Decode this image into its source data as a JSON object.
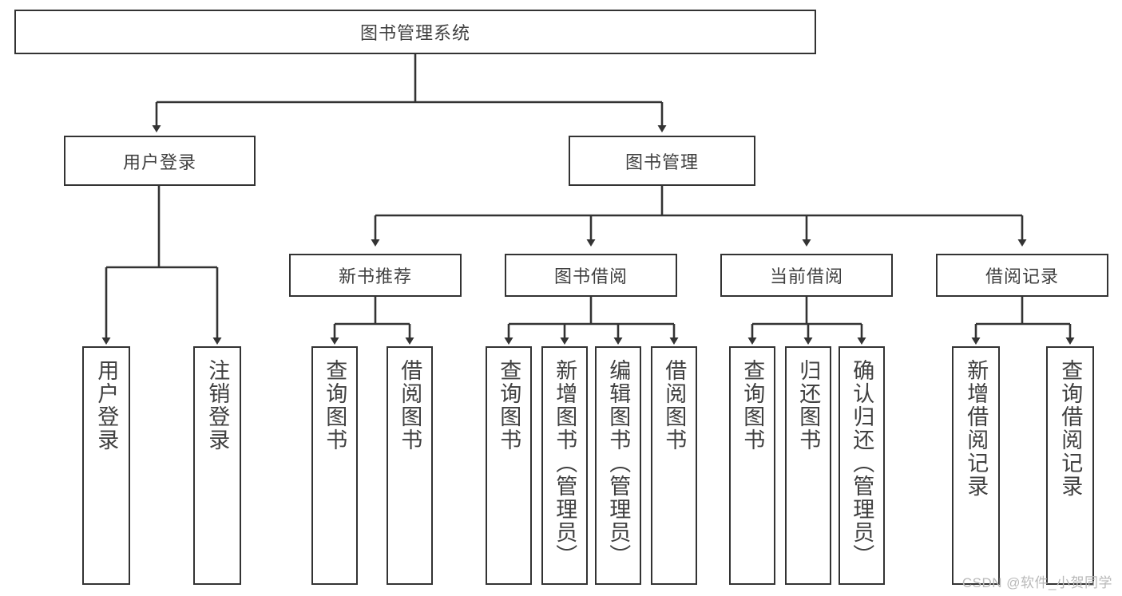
{
  "diagram": {
    "title": "图书管理系统",
    "watermark": "CSDN @软件_小贺同学",
    "colors": {
      "stroke": "#333333",
      "text": "#404040",
      "background": "#ffffff",
      "watermark": "#b9b9b9"
    },
    "root": {
      "label": "图书管理系统"
    },
    "level1": [
      {
        "label": "用户登录"
      },
      {
        "label": "图书管理"
      }
    ],
    "level2": [
      {
        "label": "新书推荐"
      },
      {
        "label": "图书借阅"
      },
      {
        "label": "当前借阅"
      },
      {
        "label": "借阅记录"
      }
    ],
    "leaves": {
      "user_login": [
        {
          "label": "用户登录"
        },
        {
          "label": "注销登录"
        }
      ],
      "new_book": [
        {
          "label": "查询图书"
        },
        {
          "label": "借阅图书"
        }
      ],
      "book_borrow": [
        {
          "label": "查询图书"
        },
        {
          "label": "新增图书（管理员）"
        },
        {
          "label": "编辑图书（管理员）"
        },
        {
          "label": "借阅图书"
        }
      ],
      "current_borrow": [
        {
          "label": "查询图书"
        },
        {
          "label": "归还图书"
        },
        {
          "label": "确认归还（管理员）"
        }
      ],
      "borrow_record": [
        {
          "label": "新增借阅记录"
        },
        {
          "label": "查询借阅记录"
        }
      ]
    }
  }
}
